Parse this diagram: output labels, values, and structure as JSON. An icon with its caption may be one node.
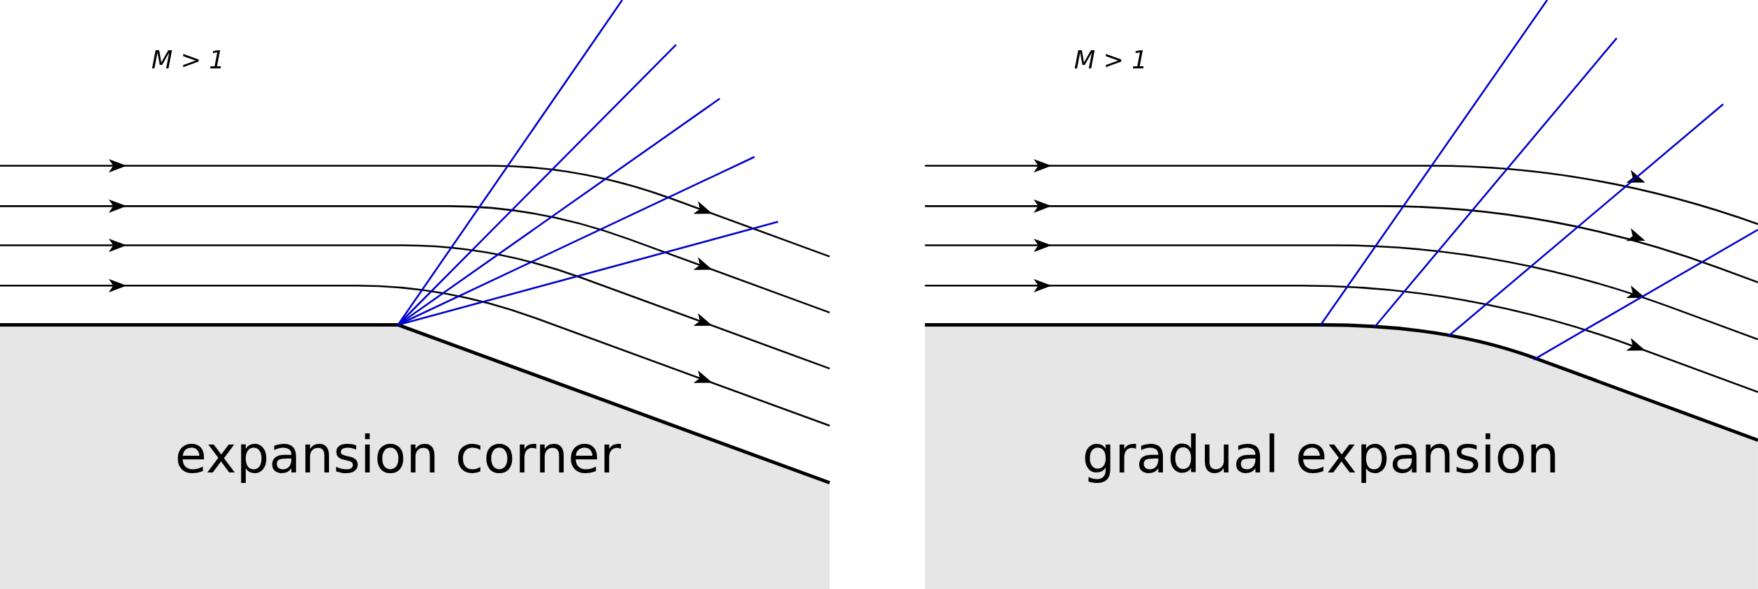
{
  "diagram": {
    "labels": [
      "M > 1",
      "expansion corner",
      "M > 1",
      "gradual expansion"
    ]
  }
}
